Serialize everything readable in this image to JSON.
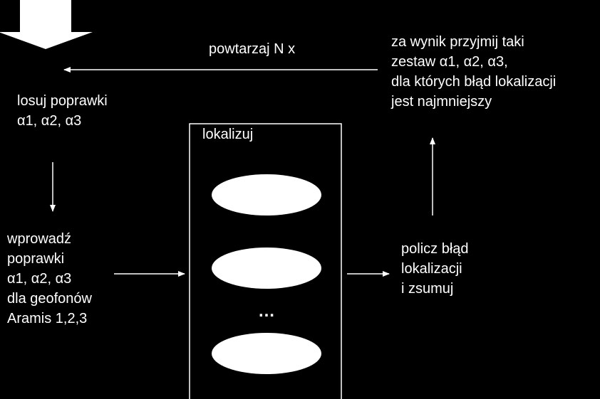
{
  "loop_label": "powtarzaj N x",
  "step_random": {
    "line1": "losuj poprawki",
    "line2": "α1, α2, α3"
  },
  "step_apply": {
    "line1": "wprowadź",
    "line2": "poprawki",
    "line3": "α1, α2, α3",
    "line4": "dla geofonów",
    "line5": "Aramis 1,2,3"
  },
  "step_localize": {
    "title": "lokalizuj",
    "ellipsis": "…"
  },
  "step_error": {
    "line1": "policz błąd",
    "line2": "lokalizacji",
    "line3": "i zsumuj"
  },
  "step_result": {
    "line1": "za wynik przyjmij taki",
    "line2": "zestaw α1, α2, α3,",
    "line3": "dla których błąd lokalizacji",
    "line4": "jest najmniejszy"
  },
  "colors": {
    "background": "#000000",
    "foreground": "#ffffff"
  }
}
